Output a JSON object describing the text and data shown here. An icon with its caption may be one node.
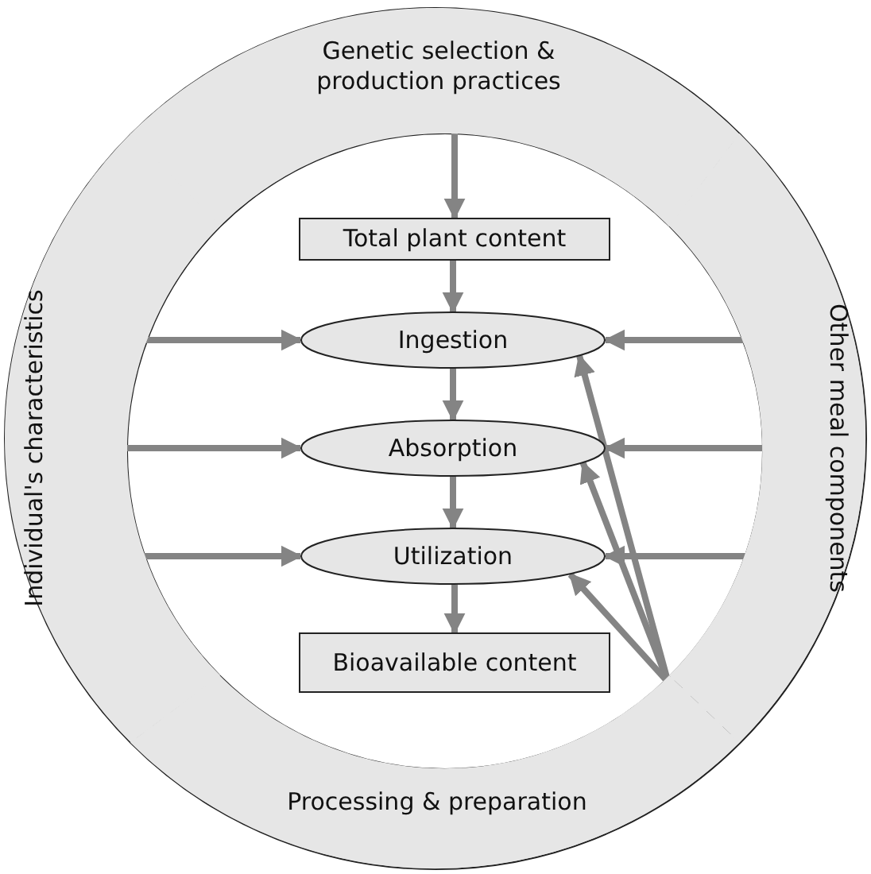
{
  "diagram": {
    "nodes": [
      {
        "text": [
          "Genetic selection & production practices"
        ]
      },
      {
        "text": [
          "Individual's characteristics"
        ]
      },
      {
        "text": [
          "Other meal components"
        ]
      },
      {
        "text": [
          "Processing & preparation"
        ]
      },
      {
        "text": [
          "Total plant content"
        ]
      },
      {
        "text": [
          "Ingestion"
        ]
      },
      {
        "text": [
          "Absorption"
        ]
      },
      {
        "text": [
          "Utilization"
        ]
      },
      {
        "text": [
          "Bioavailable content"
        ]
      }
    ],
    "edges": [
      {
        "from": 0,
        "to": 4,
        "arrow": "to"
      },
      {
        "from": 4,
        "to": 5,
        "arrow": "to"
      },
      {
        "from": 5,
        "to": 6,
        "arrow": "to"
      },
      {
        "from": 6,
        "to": 7,
        "arrow": "to"
      },
      {
        "from": 7,
        "to": 8,
        "arrow": "to"
      },
      {
        "from": 1,
        "to": 5,
        "arrow": "to"
      },
      {
        "from": 1,
        "to": 6,
        "arrow": "to"
      },
      {
        "from": 1,
        "to": 7,
        "arrow": "to"
      },
      {
        "from": 2,
        "to": 5,
        "arrow": "to"
      },
      {
        "from": 2,
        "to": 6,
        "arrow": "to"
      },
      {
        "from": 2,
        "to": 7,
        "arrow": "to"
      },
      {
        "from": 3,
        "to": 5,
        "arrow": "to"
      },
      {
        "from": 3,
        "to": 6,
        "arrow": "to"
      },
      {
        "from": 3,
        "to": 7,
        "arrow": "to"
      }
    ]
  }
}
